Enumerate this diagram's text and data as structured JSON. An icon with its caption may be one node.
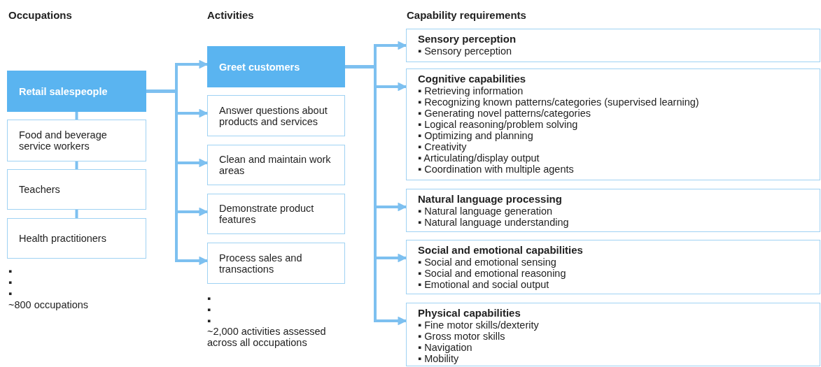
{
  "diagram": {
    "nodes": [
      {
        "text": [
          "Retail salespeople"
        ]
      },
      {
        "text": [
          "Food and beverage service workers"
        ]
      },
      {
        "text": [
          "Teachers"
        ]
      },
      {
        "text": [
          "Health practitioners"
        ]
      },
      {
        "text": [
          "Greet customers"
        ]
      },
      {
        "text": [
          "Answer questions about products and services"
        ]
      },
      {
        "text": [
          "Clean and maintain work areas"
        ]
      },
      {
        "text": [
          "Demonstrate product features"
        ]
      },
      {
        "text": [
          "Process sales and transactions"
        ]
      },
      {
        "text": [
          "Sensory perception",
          "▪ Sensory perception"
        ]
      },
      {
        "text": [
          "Cognitive capabilities",
          "▪ Retrieving information",
          "▪ Recognizing known patterns/categories (supervised learning)",
          "▪ Generating novel patterns/categories",
          "▪ Logical reasoning/problem solving",
          "▪ Optimizing and planning",
          "▪ Creativity",
          "▪ Articulating/display output",
          "▪ Coordination with multiple agents"
        ]
      },
      {
        "text": [
          "Natural language processing",
          "▪ Natural language generation",
          "▪ Natural language understanding"
        ]
      },
      {
        "text": [
          "Social and emotional capabilities",
          "▪ Social and emotional sensing",
          "▪ Social and emotional reasoning",
          "▪ Emotional and social output"
        ]
      },
      {
        "text": [
          "Physical capabilities",
          "▪ Fine motor skills/dexterity",
          "▪ Gross motor skills",
          "▪ Navigation",
          "▪ Mobility"
        ]
      }
    ],
    "edges": [
      {
        "from": 0,
        "to": 1,
        "arrow": "none"
      },
      {
        "from": 1,
        "to": 2,
        "arrow": "none"
      },
      {
        "from": 2,
        "to": 3,
        "arrow": "none"
      },
      {
        "from": 0,
        "to": 4,
        "arrow": "to"
      },
      {
        "from": 0,
        "to": 5,
        "arrow": "to"
      },
      {
        "from": 0,
        "to": 6,
        "arrow": "to"
      },
      {
        "from": 0,
        "to": 7,
        "arrow": "to"
      },
      {
        "from": 0,
        "to": 8,
        "arrow": "to"
      },
      {
        "from": 4,
        "to": 9,
        "arrow": "to"
      },
      {
        "from": 4,
        "to": 10,
        "arrow": "to"
      },
      {
        "from": 4,
        "to": 11,
        "arrow": "to"
      },
      {
        "from": 4,
        "to": 12,
        "arrow": "to"
      },
      {
        "from": 4,
        "to": 13,
        "arrow": "to"
      }
    ],
    "labels": [
      "Occupations",
      "Activities",
      "Capability requirements",
      "▪",
      "▪",
      "▪",
      "~800 occupations",
      "▪",
      "▪",
      "▪",
      "~2,000 activities assessed across all occupations"
    ]
  }
}
